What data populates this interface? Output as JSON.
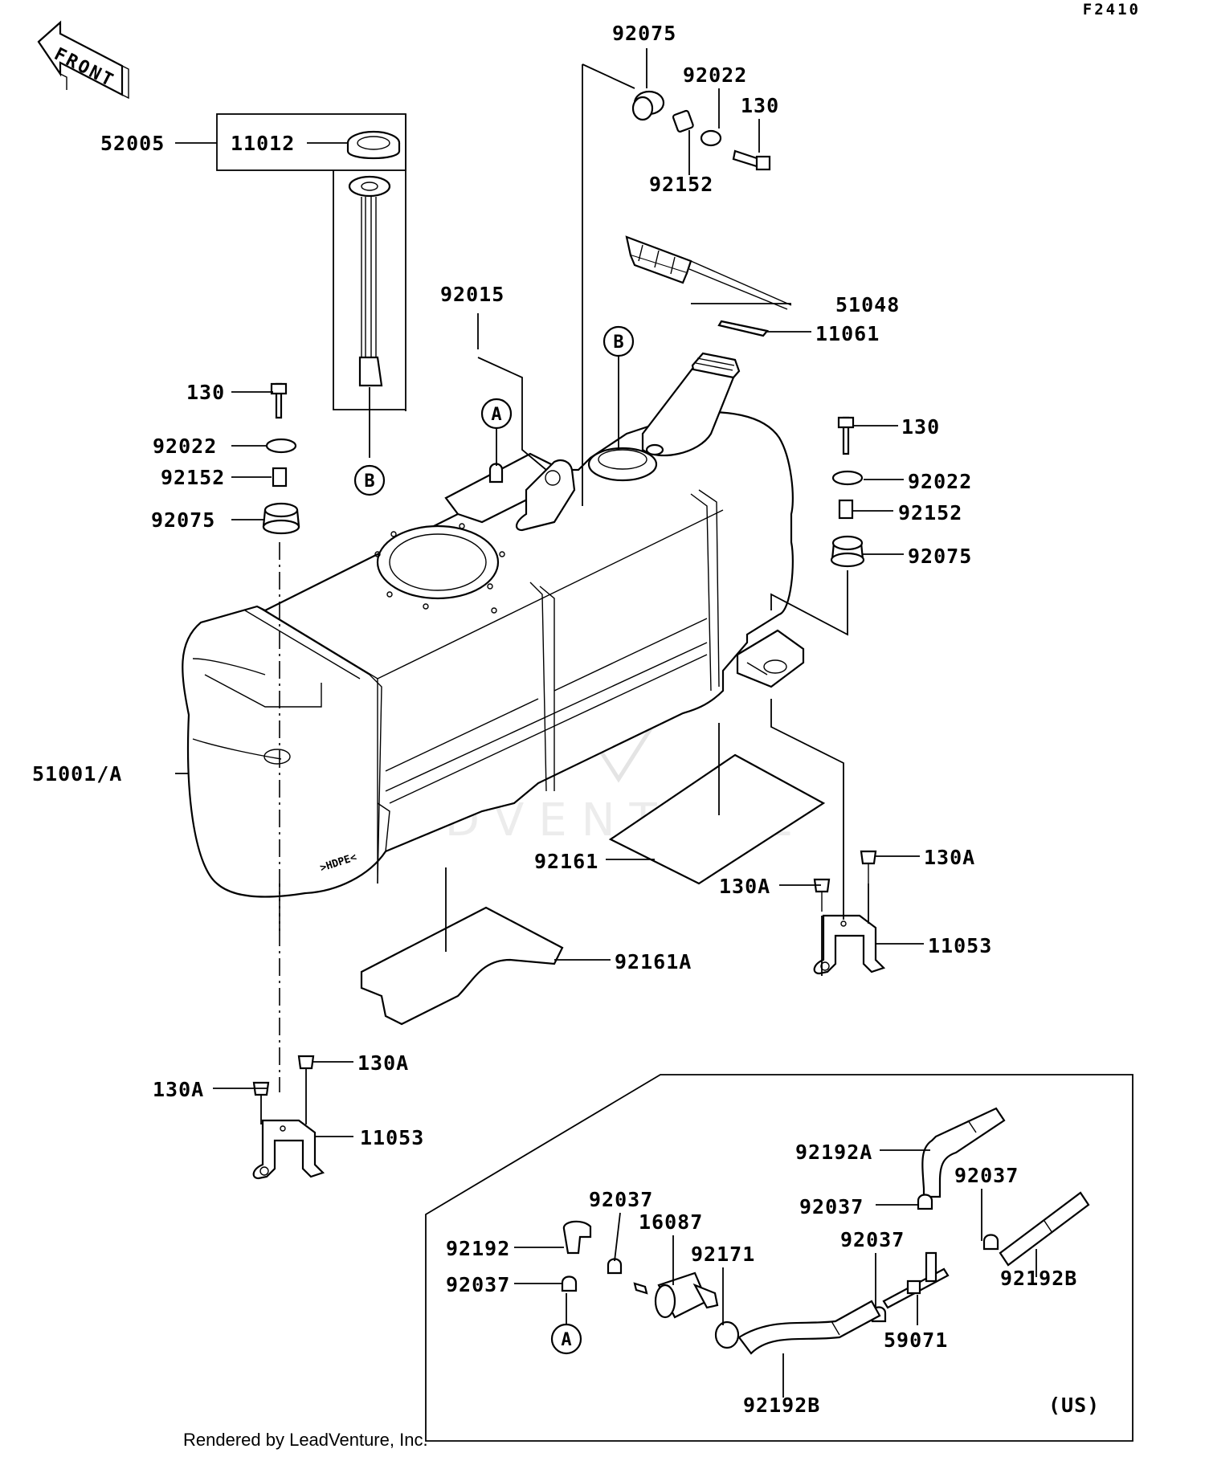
{
  "diagram_code": "F2410",
  "front_label": "FRONT",
  "footer": "Rendered by LeadVenture, Inc.",
  "watermark": "LEADVENTURE",
  "region_label": "(US)",
  "callouts": {
    "a": "A",
    "b": "B"
  },
  "parts": [
    {
      "id": "p52005",
      "label": "52005"
    },
    {
      "id": "p11012",
      "label": "11012"
    },
    {
      "id": "p130_l",
      "label": "130"
    },
    {
      "id": "p92022_l",
      "label": "92022"
    },
    {
      "id": "p92152_l",
      "label": "92152"
    },
    {
      "id": "p92075_l",
      "label": "92075"
    },
    {
      "id": "p51001",
      "label": "51001/A"
    },
    {
      "id": "p92015",
      "label": "92015"
    },
    {
      "id": "p92075_t",
      "label": "92075"
    },
    {
      "id": "p92022_t",
      "label": "92022"
    },
    {
      "id": "p130_t",
      "label": "130"
    },
    {
      "id": "p92152_t",
      "label": "92152"
    },
    {
      "id": "p51048",
      "label": "51048"
    },
    {
      "id": "p11061",
      "label": "11061"
    },
    {
      "id": "p130_r",
      "label": "130"
    },
    {
      "id": "p92022_r",
      "label": "92022"
    },
    {
      "id": "p92152_r",
      "label": "92152"
    },
    {
      "id": "p92075_r",
      "label": "92075"
    },
    {
      "id": "p130A_r1",
      "label": "130A"
    },
    {
      "id": "p130A_r2",
      "label": "130A"
    },
    {
      "id": "p11053_r",
      "label": "11053"
    },
    {
      "id": "p92161",
      "label": "92161"
    },
    {
      "id": "p92161A",
      "label": "92161A"
    },
    {
      "id": "p130A_l1",
      "label": "130A"
    },
    {
      "id": "p130A_l2",
      "label": "130A"
    },
    {
      "id": "p11053_l",
      "label": "11053"
    },
    {
      "id": "p92192A",
      "label": "92192A"
    },
    {
      "id": "p92037_a",
      "label": "92037"
    },
    {
      "id": "p92037_b",
      "label": "92037"
    },
    {
      "id": "p92037_c",
      "label": "92037"
    },
    {
      "id": "p92037_d",
      "label": "92037"
    },
    {
      "id": "p16087",
      "label": "16087"
    },
    {
      "id": "p92171",
      "label": "92171"
    },
    {
      "id": "p92192",
      "label": "92192"
    },
    {
      "id": "p92037_e",
      "label": "92037"
    },
    {
      "id": "p92192B_r",
      "label": "92192B"
    },
    {
      "id": "p59071",
      "label": "59071"
    },
    {
      "id": "p92192B_b",
      "label": "92192B"
    }
  ]
}
